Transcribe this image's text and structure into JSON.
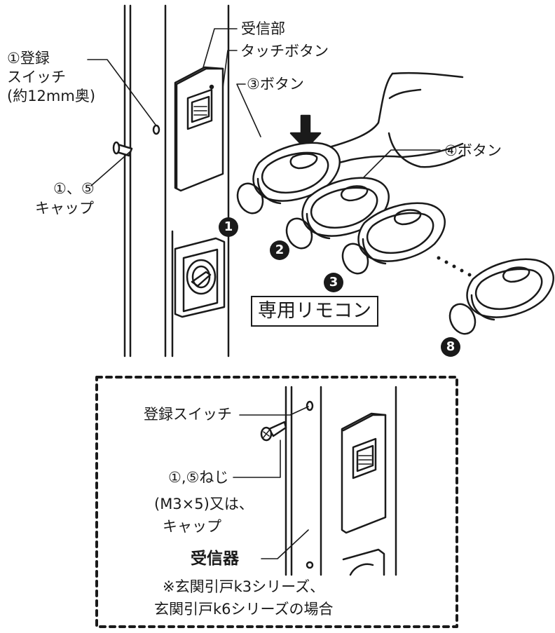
{
  "labels": {
    "receiver": "受信部",
    "touch_button": "タッチボタン",
    "register_switch_l1": "①登録",
    "register_switch_l2": "スイッチ",
    "register_switch_l3": "(約12mm奥)",
    "button3": "③ボタン",
    "button4": "④ボタン",
    "cap_l1": "①、⑤",
    "cap_l2": "キャップ",
    "remote": "専用リモコン",
    "num1": "1",
    "num2": "2",
    "num3": "3",
    "num8": "8"
  },
  "inset": {
    "register_switch": "登録スイッチ",
    "screw_l1": "①,⑤ねじ",
    "screw_l2": "(M3×5)又は、",
    "screw_l3": "キャップ",
    "receiver": "受信器",
    "note_l1": "※玄関引戸k3シリーズ、",
    "note_l2": "玄関引戸k6シリーズの場合"
  }
}
